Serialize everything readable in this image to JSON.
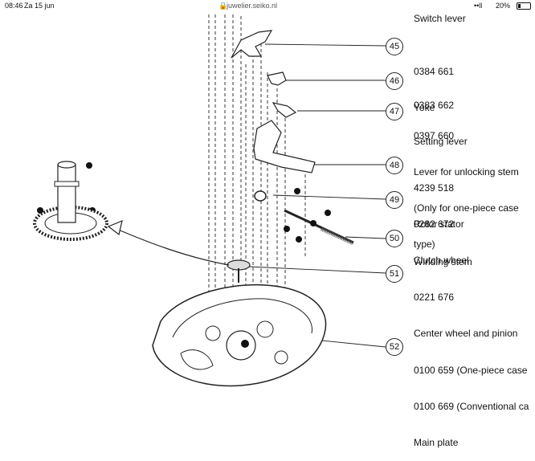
{
  "status": {
    "time": "08:46",
    "date": "Za 15 jun",
    "url": "juwelier.seiko.nl",
    "signal": "••ll",
    "battery": "20%",
    "battery_level": 0.2
  },
  "parts": [
    {
      "callout": "45",
      "lines": [
        "0384 661",
        "Yoke"
      ]
    },
    {
      "callout": "46",
      "lines": [
        "0383 662",
        "Setting lever"
      ]
    },
    {
      "callout": "47",
      "lines": [
        "0397 660",
        "Lever for unlocking stem",
        "(Only for one-piece case",
        "type)"
      ]
    },
    {
      "callout": "48",
      "lines": [
        "4239 518",
        "Rotor stator"
      ]
    },
    {
      "callout": "49",
      "lines": [
        "0282 672",
        "Clutch wheel"
      ]
    },
    {
      "callout": "50",
      "lines": [
        "Winding stem"
      ]
    },
    {
      "callout": "51",
      "lines": [
        "0221 676",
        "Center wheel and pinion"
      ]
    },
    {
      "callout": "52",
      "lines": [
        "0100 659 (One-piece case",
        "0100 669 (Conventional ca",
        "Main plate"
      ]
    }
  ],
  "top_partial": "Switch lever"
}
